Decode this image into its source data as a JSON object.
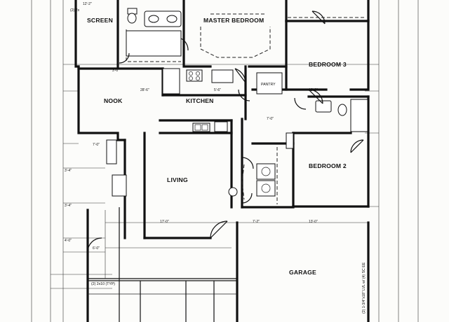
{
  "rooms": {
    "screen": "SCREEN",
    "master": "MASTER BEDROOM",
    "bed3": "BEDROOM 3",
    "nook": "NOOK",
    "kitchen": "KITCHEN",
    "living": "LIVING",
    "bed2": "BEDROOM 2",
    "garage": "GARAGE"
  },
  "notes": {
    "header": "(2) 2x",
    "beam": "(2) 2x10 (TYP)",
    "pantry": "PANTRY",
    "garage_beam": "(2) 1-3/4\"x18\" LVL w/ (4) SC EE"
  }
}
